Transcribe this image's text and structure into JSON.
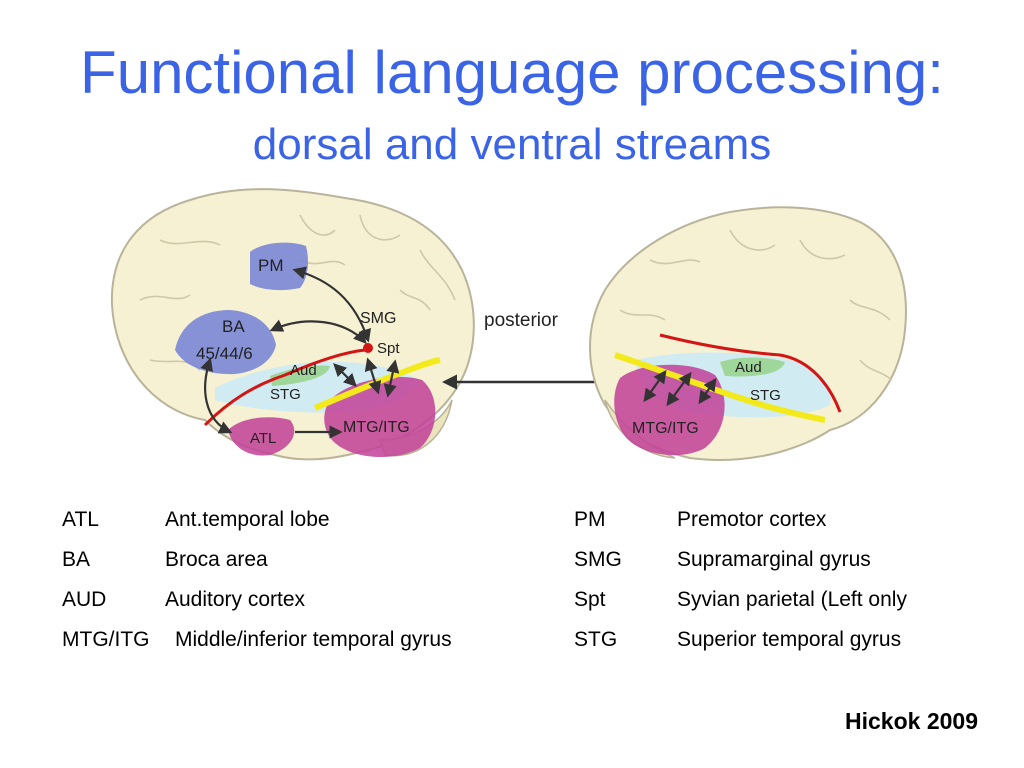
{
  "slide": {
    "title": "Functional language processing:",
    "subtitle": "dorsal and ventral streams",
    "credit": "Hickok 2009"
  },
  "figure": {
    "labels": {
      "pm": "PM",
      "ba_1": "BA",
      "ba_2": "45/44/6",
      "smg": "SMG",
      "spt": "Spt",
      "aud_left": "Aud",
      "stg_left": "STG",
      "atl": "ATL",
      "mtg_left": "MTG/ITG",
      "posterior": "posterior",
      "aud_right": "Aud",
      "stg_right": "STG",
      "mtg_right": "MTG/ITG"
    }
  },
  "legend": {
    "left": [
      {
        "abbr": "ATL",
        "desc": "Ant.temporal lobe"
      },
      {
        "abbr": "BA",
        "desc": "Broca area"
      },
      {
        "abbr": "AUD",
        "desc": "Auditory cortex"
      },
      {
        "abbr": "MTG/ITG",
        "desc": "Middle/inferior temporal gyrus"
      }
    ],
    "right": [
      {
        "abbr": "PM",
        "desc": "Premotor cortex"
      },
      {
        "abbr": "SMG",
        "desc": "Supramarginal gyrus"
      },
      {
        "abbr": "Spt",
        "desc": "Syvian parietal (Left only"
      },
      {
        "abbr": "STG",
        "desc": "Superior temporal gyrus"
      }
    ]
  },
  "colors": {
    "title": "#3b63e6",
    "brain_fill": "#f6f1d2",
    "frontal_region": "#7b86d6",
    "temporal_region": "#c23f98",
    "stg_region": "#cdeaf5",
    "aud_region": "#9fd69a",
    "sylvian_line": "#d31515",
    "pathway": "#f2ea1a"
  }
}
